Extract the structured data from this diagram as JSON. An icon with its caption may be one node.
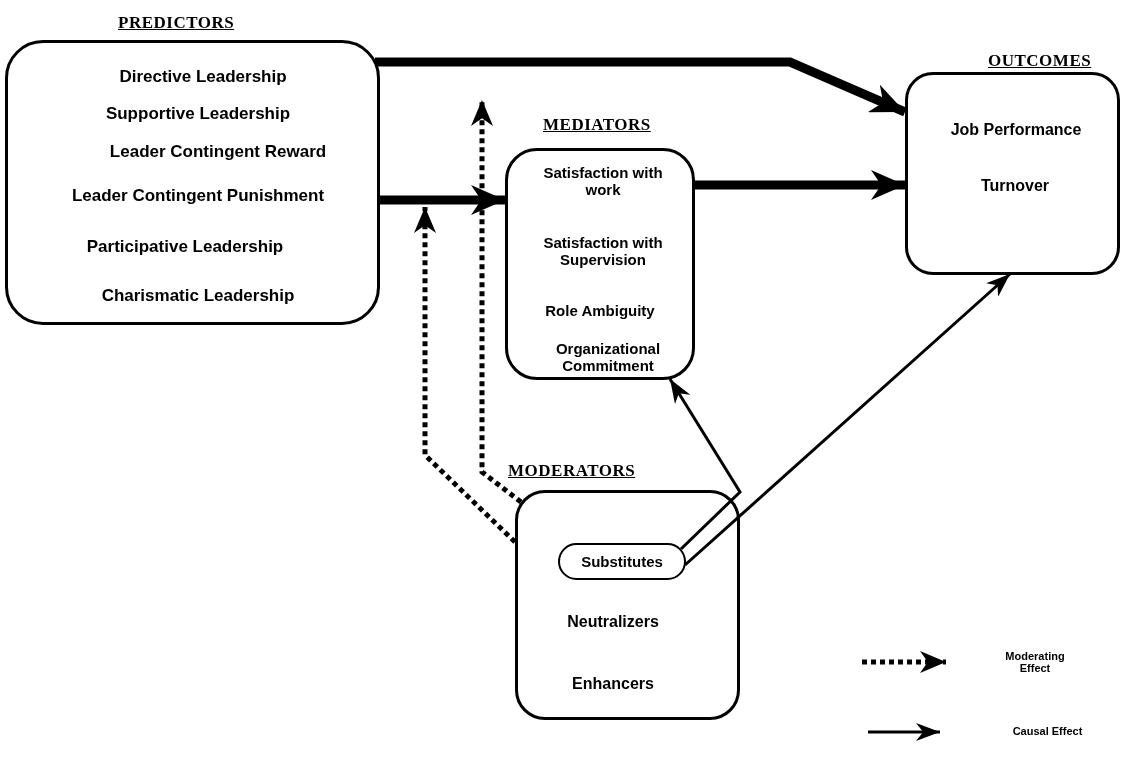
{
  "diagram": {
    "nodes": [
      {
        "text": [
          "PREDICTORS",
          "Directive Leadership",
          "Supportive Leadership",
          "Leader Contingent Reward",
          "Leader Contingent Punishment",
          "Participative Leadership",
          "Charismatic Leadership"
        ]
      },
      {
        "text": [
          "MEDIATORS",
          "Satisfaction with work",
          "Satisfaction with Supervision",
          "Role Ambiguity",
          "Organizational Commitment"
        ]
      },
      {
        "text": [
          "OUTCOMES",
          "Job Performance",
          "Turnover"
        ]
      },
      {
        "text": [
          "MODERATORS",
          "Neutralizers",
          "Enhancers"
        ]
      },
      {
        "text": [
          "Substitutes"
        ],
        "in": 3
      }
    ],
    "edges": [
      {
        "from": 0,
        "to": 2,
        "arrow": "to",
        "style": "thick"
      },
      {
        "from": 0,
        "to": 1,
        "arrow": "to",
        "style": "thick"
      },
      {
        "from": 1,
        "to": 2,
        "arrow": "to",
        "style": "thick"
      },
      {
        "from": 3,
        "to": null,
        "arrow": "to",
        "style": "dashed"
      },
      {
        "from": 3,
        "to": null,
        "arrow": "to",
        "style": "dashed"
      },
      {
        "from": 4,
        "to": 1,
        "arrow": "to"
      },
      {
        "from": 4,
        "to": 2,
        "arrow": "to"
      }
    ],
    "legend": [
      {
        "text": "Moderating Effect"
      },
      {
        "text": "Causal Effect"
      }
    ]
  }
}
